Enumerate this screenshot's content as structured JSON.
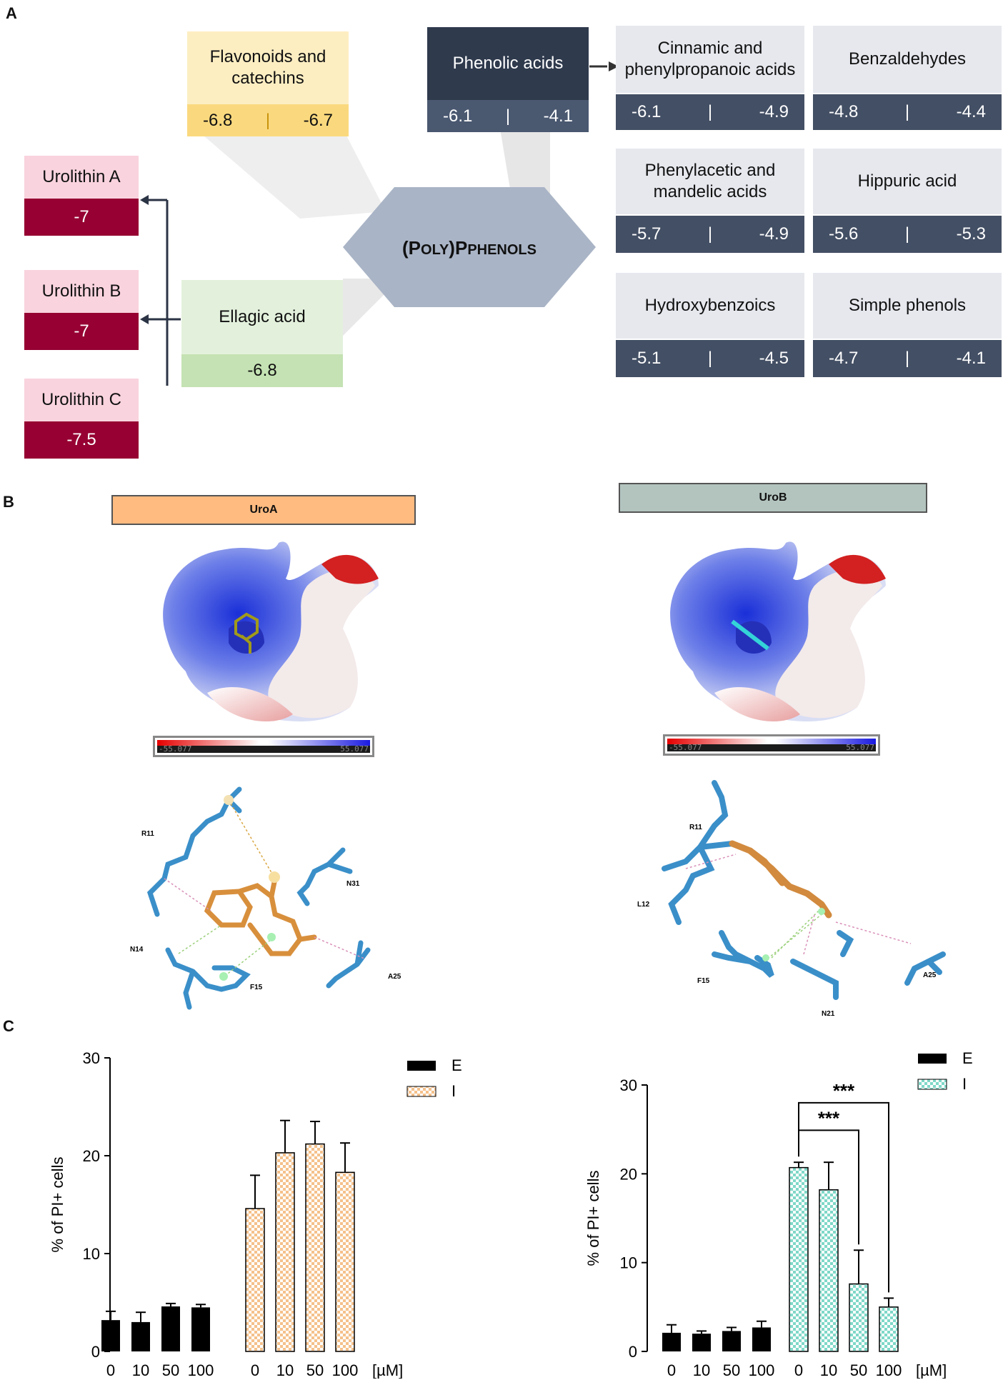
{
  "panels": {
    "a": "A",
    "b": "B",
    "c": "C"
  },
  "panel_a": {
    "center_label": {
      "open": "(",
      "big_p": "P",
      "oly": "OLY",
      "close": ")",
      "rest": "PHENOLS"
    },
    "flavonoids": {
      "label": "Flavonoids and catechins",
      "left": "-6.8",
      "sep": "|",
      "right": "-6.7"
    },
    "phenolic_acids": {
      "label": "Phenolic acids",
      "left": "-6.1",
      "sep": "|",
      "right": "-4.1"
    },
    "ellagic": {
      "label": "Ellagic acid",
      "value": "-6.8"
    },
    "urolithins": [
      {
        "label": "Urolithin A",
        "value": "-7"
      },
      {
        "label": "Urolithin B",
        "value": "-7"
      },
      {
        "label": "Urolithin C",
        "value": "-7.5"
      }
    ],
    "subclasses": [
      {
        "label": "Cinnamic and phenylpropanoic acids",
        "left": "-6.1",
        "sep": "|",
        "right": "-4.9"
      },
      {
        "label": "Benzaldehydes",
        "left": "-4.8",
        "sep": "|",
        "right": "-4.4"
      },
      {
        "label": "Phenylacetic and mandelic acids",
        "left": "-5.7",
        "sep": "|",
        "right": "-4.9"
      },
      {
        "label": "Hippuric acid",
        "left": "-5.6",
        "sep": "|",
        "right": "-5.3"
      },
      {
        "label": "Hydroxybenzoics",
        "left": "-5.1",
        "sep": "|",
        "right": "-4.5"
      },
      {
        "label": "Simple phenols",
        "left": "-4.7",
        "sep": "|",
        "right": "-4.1"
      }
    ],
    "colors": {
      "flav_top": "#fdeec2",
      "flav_bot": "#fad97e",
      "phen_top": "#2f3a4d",
      "phen_bot": "#4a5870",
      "sub_top": "#e6e8ee",
      "sub_bot": "#434f64",
      "uro_top": "#f9d3de",
      "uro_bot": "#960032",
      "ell_top": "#e3f1dc",
      "ell_bot": "#c4e2b3",
      "center": "#a9b4c6"
    }
  },
  "panel_b": {
    "uroA": {
      "title": "UroA",
      "scale_lo": "-55.077",
      "scale_hi": "55.077",
      "residues": [
        "R11",
        "N31",
        "N14",
        "F15",
        "A25"
      ],
      "color": "#ffbb80"
    },
    "uroB": {
      "title": "UroB",
      "scale_lo": "-55.077",
      "scale_hi": "55.077",
      "residues": [
        "R11",
        "L12",
        "F15",
        "N21",
        "A25"
      ],
      "color": "#b3c4bf"
    }
  },
  "chart_data": [
    {
      "type": "bar",
      "ylabel": "% of PI+ cells",
      "unit_label": "[µM]",
      "ylim": [
        0,
        30
      ],
      "yticks": [
        "0",
        "10",
        "20",
        "30"
      ],
      "categories": [
        "0",
        "10",
        "50",
        "100"
      ],
      "series": [
        {
          "name": "E",
          "values": [
            3.2,
            3.0,
            4.6,
            4.5
          ],
          "errors": [
            0.9,
            1.0,
            0.3,
            0.3
          ],
          "color": "#000000"
        },
        {
          "name": "I",
          "values": [
            14.6,
            20.3,
            21.2,
            18.3
          ],
          "errors": [
            3.4,
            3.3,
            2.3,
            3.0
          ],
          "color": "#f5c18b"
        }
      ],
      "significance": []
    },
    {
      "type": "bar",
      "ylabel": "% of PI+ cells",
      "unit_label": "[µM]",
      "ylim": [
        0,
        30
      ],
      "yticks": [
        "0",
        "10",
        "20",
        "30"
      ],
      "categories": [
        "0",
        "10",
        "50",
        "100"
      ],
      "series": [
        {
          "name": "E",
          "values": [
            2.1,
            2.0,
            2.3,
            2.7
          ],
          "errors": [
            0.9,
            0.3,
            0.4,
            0.7
          ],
          "color": "#000000"
        },
        {
          "name": "I",
          "values": [
            20.7,
            18.2,
            7.6,
            5.0
          ],
          "errors": [
            0.6,
            3.1,
            3.8,
            1.0
          ],
          "color": "#7fd8c8"
        }
      ],
      "significance": [
        {
          "label": "***",
          "from": 0,
          "to": 2
        },
        {
          "label": "***",
          "from": 0,
          "to": 3
        }
      ]
    }
  ]
}
